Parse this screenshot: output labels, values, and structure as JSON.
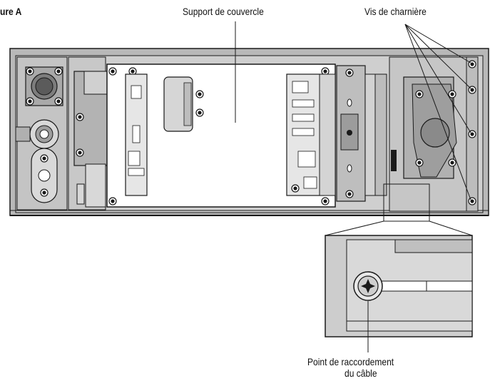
{
  "figure": {
    "label": "ure A"
  },
  "callouts": {
    "cover_support": "Support de couvercle",
    "hinge_screws": "Vis de charnière",
    "cable_point_line1": "Point de raccordement",
    "cable_point_line2": "du câble"
  },
  "colors": {
    "stroke": "#1a1a1a",
    "panel_fill": "#c8c8c8",
    "panel_dark": "#9a9a9a",
    "board_fill": "#e6e6e6",
    "background": "#ffffff"
  }
}
